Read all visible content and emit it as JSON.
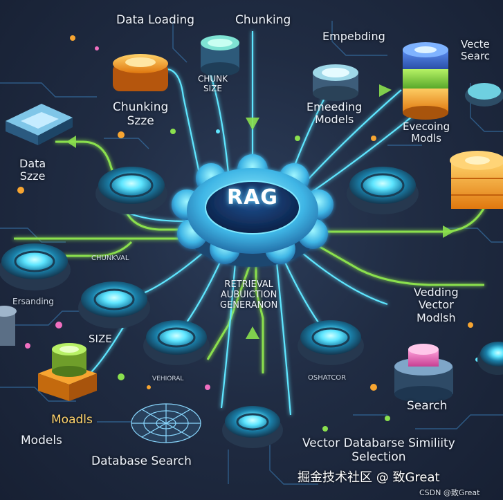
{
  "hub": {
    "label": "RAG"
  },
  "labels": {
    "data_loading": "Data Loading",
    "chunking_top": "Chunking",
    "embedding_top": "Empebding",
    "vector_search_top": "Vecte\nSearc",
    "chunk_size": "CHUNK\nSIZE",
    "chunking_size": "Chunking\nSzze",
    "embedding_models": "Emeeding\nModels",
    "evecoing_models": "Evecoing\nModls",
    "data_size": "Data\nSzze",
    "chunkval": "CHUNKVAL",
    "retrieval": "RETRIEVAL\nAUBUICTION\nGENERANON",
    "embedding_left": "Ersanding",
    "vedding_vector": "Vedding\nVector\nModlsh",
    "size": "SIZE",
    "moadls": "Moadls",
    "models": "Models",
    "vehioral": "VEHIORAL",
    "oshatcor": "OSHATCOR",
    "search": "Search",
    "database_search": "Database Search",
    "vector_database_selection": "Vector Databarse Similiity\nSelection"
  },
  "watermark": {
    "main": "掘金技术社区 @ 致Great",
    "sub": "CSDN @致Great"
  },
  "colors": {
    "background": "#1f2a3e",
    "accent_cyan": "#4fd8ff",
    "accent_green": "#8be04e",
    "accent_orange": "#f7a531",
    "accent_pink": "#f06fc0"
  }
}
